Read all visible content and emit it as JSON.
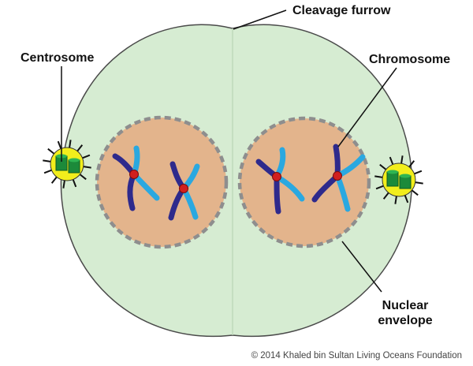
{
  "labels": {
    "cleavage_furrow": "Cleavage furrow",
    "centrosome": "Centrosome",
    "chromosome": "Chromosome",
    "nuclear_envelope_line1": "Nuclear",
    "nuclear_envelope_line2": "envelope"
  },
  "credit": "© 2014 Khaled bin Sultan Living Oceans Foundation",
  "colors": {
    "cytoplasm": "#d6ecd2",
    "cell_outline": "#4a4a4a",
    "nucleus": "#e3b48c",
    "envelope_dash": "#8e8e8e",
    "centrosome_halo": "#f2ee1c",
    "centriole": "#1c8a3a",
    "chromatid_dark": "#2e2a8c",
    "chromatid_light": "#2aa8e0",
    "centromere": "#d11f1f",
    "leader_line": "#111111"
  }
}
